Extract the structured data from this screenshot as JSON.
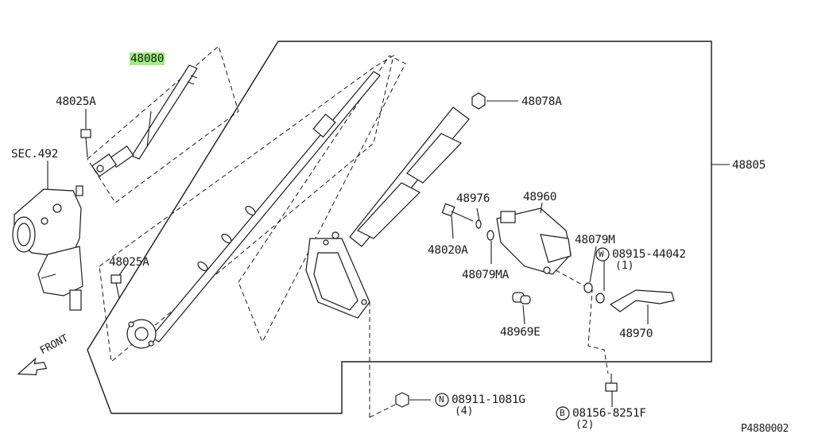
{
  "diagram_id": "P4880002",
  "front_label": "FRONT",
  "parts": {
    "p48080": "48080",
    "p48025A_top": "48025A",
    "sec492": "SEC.492",
    "p48025A_bottom": "48025A",
    "p48078A": "48078A",
    "p48805": "48805",
    "p48976": "48976",
    "p48960": "48960",
    "p48020A": "48020A",
    "p48079M": "48079M",
    "p48079MA": "48079MA",
    "p48969E": "48969E",
    "p48970": "48970",
    "washer_part": "08915-44042",
    "washer_qty": "(1)",
    "washer_symbol": "W",
    "nut_part": "08911-1081G",
    "nut_qty": "(4)",
    "nut_symbol": "N",
    "bolt_part": "08156-8251F",
    "bolt_qty": "(2)",
    "bolt_symbol": "B"
  },
  "colors": {
    "line": "#1a1a1a",
    "highlight": "#9df07d",
    "background": "#ffffff"
  }
}
